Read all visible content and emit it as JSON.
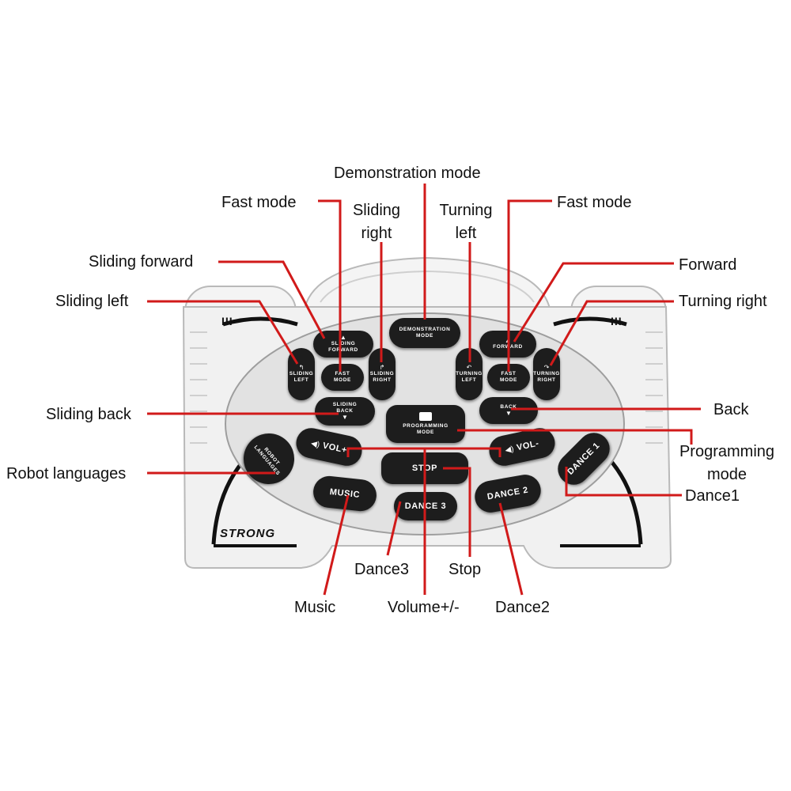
{
  "callouts": {
    "demonstration_mode": "Demonstration mode",
    "fast_mode_left": "Fast mode",
    "fast_mode_right": "Fast mode",
    "sliding_right": "Sliding\nright",
    "turning_left": "Turning\nleft",
    "sliding_forward": "Sliding forward",
    "forward": "Forward",
    "sliding_left": "Sliding left",
    "turning_right": "Turning right",
    "sliding_back": "Sliding back",
    "back": "Back",
    "programming_mode": "Programming\nmode",
    "robot_languages": "Robot languages",
    "dance1": "Dance1",
    "dance3": "Dance3",
    "stop": "Stop",
    "music": "Music",
    "volume": "Volume+/-",
    "dance2": "Dance2"
  },
  "buttons": {
    "demonstration_mode": "DEMONSTRATION\nMODE",
    "sliding_forward": "SLIDING\nFORWARD",
    "sliding_left": "SLIDING\nLEFT",
    "fast_mode_left": "FAST\nMODE",
    "sliding_right": "SLIDING\nRIGHT",
    "sliding_back": "SLIDING\nBACK",
    "forward": "FORWARD",
    "turning_left": "TURNING\nLEFT",
    "fast_mode_right": "FAST\nMODE",
    "turning_right": "TURNING\nRIGHT",
    "back": "BACK",
    "programming_mode": "PROGRAMMING\nMODE",
    "robot_languages": "ROBOT\nLANGUAGES",
    "vol_plus": "VOL+",
    "vol_minus": "VOL-",
    "stop": "STOP",
    "music": "MUSIC",
    "dance3": "DANCE 3",
    "dance2": "DANCE 2",
    "dance1": "DANCE 1"
  },
  "device": {
    "brand": "STRONG",
    "tick_marks": "III"
  },
  "colors": {
    "leader_line": "#d11a1a",
    "button": "#1d1d1d",
    "body": "#f1f1f1",
    "panel": "#e2e2e2"
  }
}
